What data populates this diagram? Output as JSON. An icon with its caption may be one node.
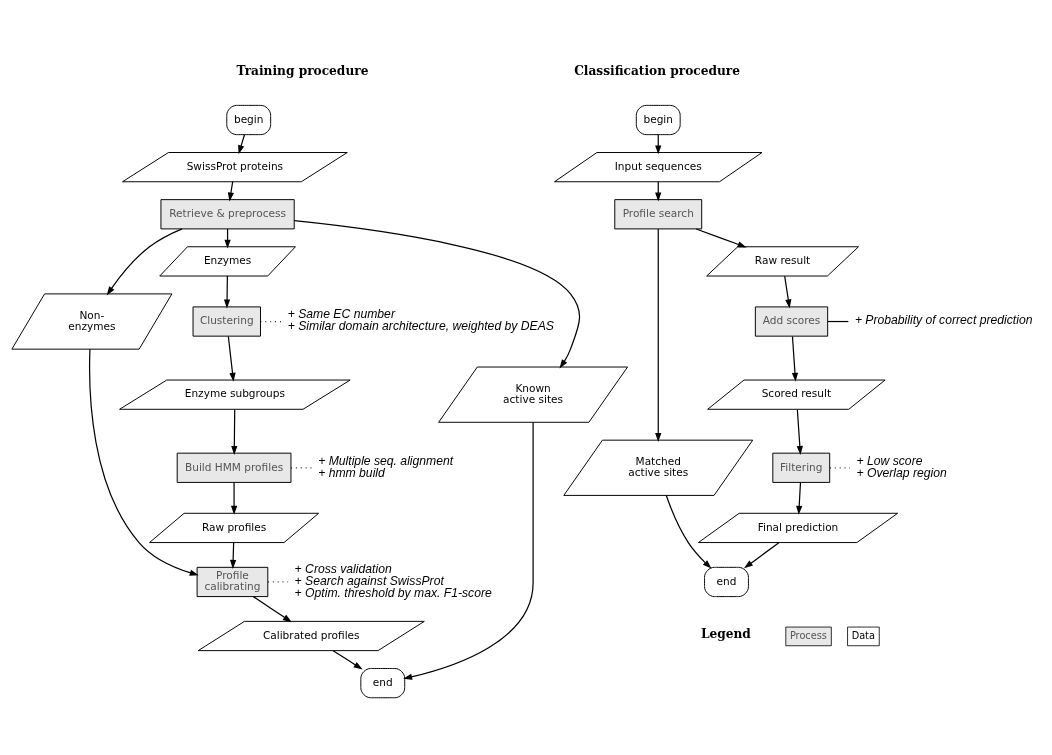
{
  "diagram": {
    "nodes": [
      {
        "text": [
          "begin"
        ]
      },
      {
        "text": [
          "SwissProt proteins"
        ]
      },
      {
        "text": [
          "Retrieve & preprocess"
        ]
      },
      {
        "text": [
          "Non- enzymes"
        ]
      },
      {
        "text": [
          "Enzymes"
        ]
      },
      {
        "text": [
          "Clustering"
        ]
      },
      {
        "text": [
          "+ Same EC number",
          "+ Similar domain architecture, weighted by DEAS"
        ]
      },
      {
        "text": [
          "Enzyme subgroups"
        ]
      },
      {
        "text": [
          "Build HMM profiles"
        ]
      },
      {
        "text": [
          "+ Multiple seq. alignment",
          "+ hmm build"
        ]
      },
      {
        "text": [
          "Raw profiles"
        ]
      },
      {
        "text": [
          "Profile calibrating"
        ]
      },
      {
        "text": [
          "+ Cross validation",
          "+ Search against SwissProt",
          "+ Optim. threshold by max. F1-score"
        ]
      },
      {
        "text": [
          "Known active sites"
        ]
      },
      {
        "text": [
          "Calibrated profiles"
        ]
      },
      {
        "text": [
          "end"
        ]
      },
      {
        "text": [
          "begin"
        ]
      },
      {
        "text": [
          "Input sequences"
        ]
      },
      {
        "text": [
          "Profile search"
        ]
      },
      {
        "text": [
          "Matched active sites"
        ]
      },
      {
        "text": [
          "Raw result"
        ]
      },
      {
        "text": [
          "Add scores"
        ]
      },
      {
        "text": [
          "+ Probability of correct prediction"
        ]
      },
      {
        "text": [
          "Scored result"
        ]
      },
      {
        "text": [
          "Filtering"
        ]
      },
      {
        "text": [
          "+ Low score",
          "+ Overlap region"
        ]
      },
      {
        "text": [
          "Final prediction"
        ]
      },
      {
        "text": [
          "end"
        ]
      }
    ],
    "edges": [
      {
        "from": 0,
        "to": 1,
        "arrow": "to"
      },
      {
        "from": 1,
        "to": 2,
        "arrow": "to"
      },
      {
        "from": 2,
        "to": 3,
        "arrow": "to"
      },
      {
        "from": 2,
        "to": 4,
        "arrow": "to"
      },
      {
        "from": 2,
        "to": 13,
        "arrow": "to"
      },
      {
        "from": 4,
        "to": 5,
        "arrow": "to"
      },
      {
        "from": 5,
        "to": 6,
        "arrow": "none",
        "style": "dashed"
      },
      {
        "from": 5,
        "to": 7,
        "arrow": "to"
      },
      {
        "from": 7,
        "to": 8,
        "arrow": "to"
      },
      {
        "from": 8,
        "to": 9,
        "arrow": "none",
        "style": "dashed"
      },
      {
        "from": 8,
        "to": 10,
        "arrow": "to"
      },
      {
        "from": 10,
        "to": 11,
        "arrow": "to"
      },
      {
        "from": 3,
        "to": 11,
        "arrow": "to"
      },
      {
        "from": 11,
        "to": 12,
        "arrow": "none",
        "style": "dashed"
      },
      {
        "from": 11,
        "to": 14,
        "arrow": "to"
      },
      {
        "from": 13,
        "to": 15,
        "arrow": "to"
      },
      {
        "from": 14,
        "to": 15,
        "arrow": "to"
      },
      {
        "from": 16,
        "to": 17,
        "arrow": "to"
      },
      {
        "from": 17,
        "to": 18,
        "arrow": "to"
      },
      {
        "from": 18,
        "to": 19,
        "arrow": "to"
      },
      {
        "from": 18,
        "to": 20,
        "arrow": "to"
      },
      {
        "from": 20,
        "to": 21,
        "arrow": "to"
      },
      {
        "from": 21,
        "to": 22,
        "arrow": "none"
      },
      {
        "from": 21,
        "to": 23,
        "arrow": "to"
      },
      {
        "from": 23,
        "to": 24,
        "arrow": "to"
      },
      {
        "from": 24,
        "to": 25,
        "arrow": "none",
        "style": "dashed"
      },
      {
        "from": 24,
        "to": 26,
        "arrow": "to"
      },
      {
        "from": 26,
        "to": 27,
        "arrow": "to"
      },
      {
        "from": 19,
        "to": 27,
        "arrow": "to"
      }
    ],
    "labels": [
      "Training procedure",
      "Classification procedure",
      "Legend"
    ],
    "legend": [
      {
        "text": "Process"
      },
      {
        "text": "Data"
      }
    ]
  }
}
